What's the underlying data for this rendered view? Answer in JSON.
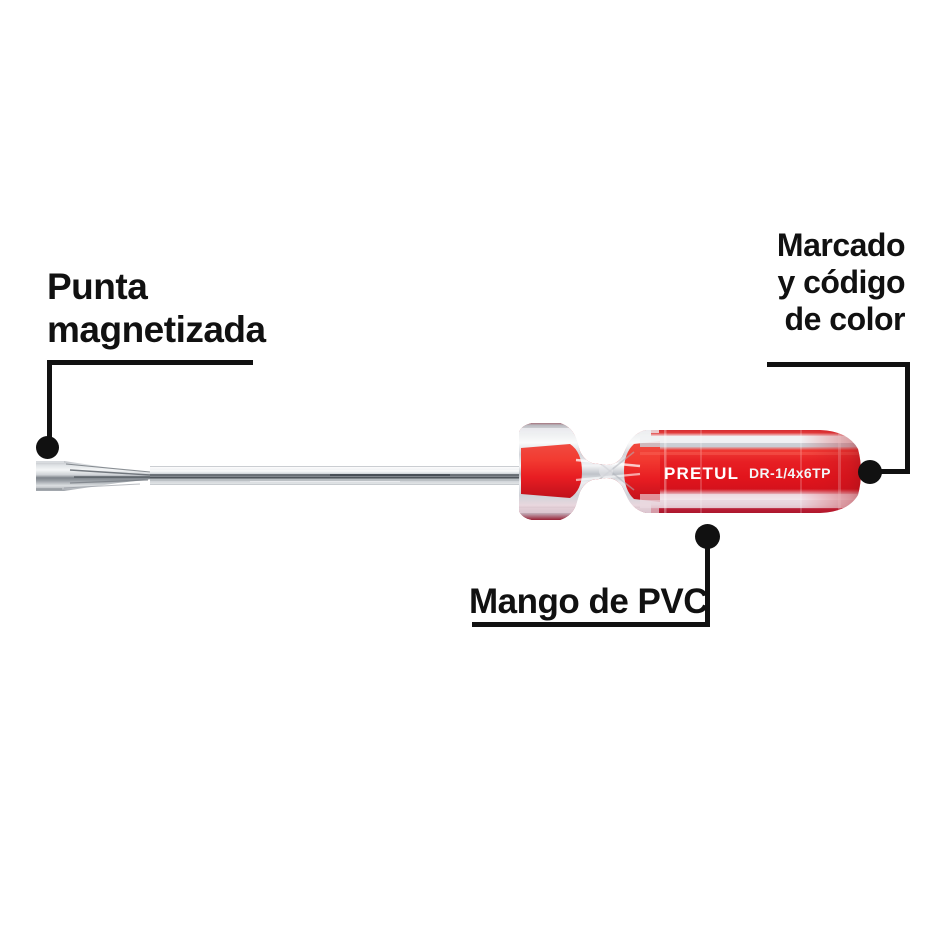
{
  "product": {
    "type": "screwdriver",
    "brand": "PRETUL",
    "model_code": "DR-1/4x6TP",
    "handle_color": "#d81f21",
    "blade_color": "#c9ccd0"
  },
  "callouts": {
    "tip": {
      "label": "Punta\nmagnetizada",
      "align": "left"
    },
    "marking": {
      "label": "Marcado\ny código\nde color",
      "align": "right"
    },
    "handle": {
      "label": "Mango de PVC",
      "align": "right"
    }
  },
  "style": {
    "line_color": "#111111",
    "background": "#ffffff"
  }
}
